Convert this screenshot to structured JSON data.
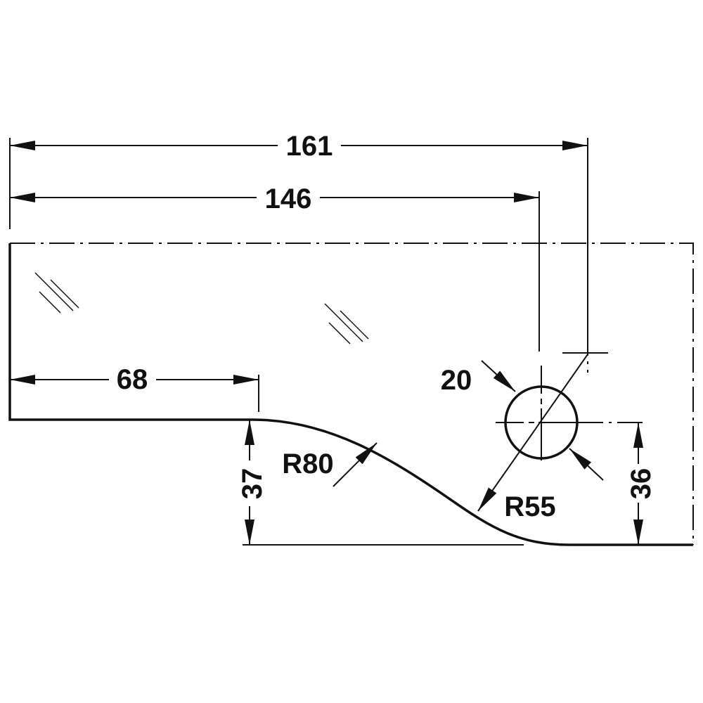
{
  "drawing": {
    "dimensions": {
      "overall_length": "161",
      "hole_center_length": "146",
      "straight_length": "68",
      "drop_height": "37",
      "hole_height": "36",
      "hole_diameter": "20",
      "large_radius": "R80",
      "small_radius": "R55"
    },
    "line_color": "#111111"
  }
}
